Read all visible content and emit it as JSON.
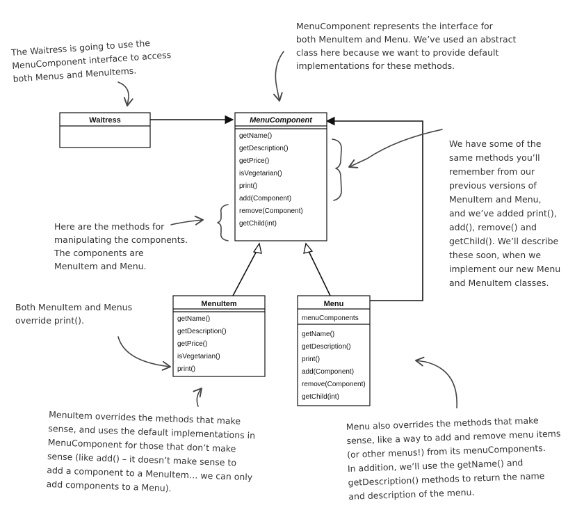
{
  "classes": {
    "waitress": {
      "name": "Waitress"
    },
    "menu_component": {
      "name": "MenuComponent",
      "methods": [
        "getName()",
        "getDescription()",
        "getPrice()",
        "isVegetarian()",
        "print()",
        "add(Component)",
        "remove(Component)",
        "getChild(int)"
      ]
    },
    "menu_item": {
      "name": "MenuItem",
      "methods": [
        "getName()",
        "getDescription()",
        "getPrice()",
        "isVegetarian()",
        "print()"
      ]
    },
    "menu": {
      "name": "Menu",
      "attributes": [
        "menuComponents"
      ],
      "methods": [
        "getName()",
        "getDescription()",
        "print()",
        "add(Component)",
        "remove(Component)",
        "getChild(int)"
      ]
    }
  },
  "annotations": {
    "waitress_note": [
      "The Waitress is going to use the",
      "MenuComponent interface to access",
      "both Menus and MenuItems."
    ],
    "menucomponent_note": [
      "MenuComponent represents the interface for",
      "both MenuItem and Menu.  We’ve used an abstract",
      "class here because we want to provide default",
      "implementations for these methods."
    ],
    "same_methods_note": [
      "We have some of the",
      "same methods you’ll",
      "remember from our",
      "previous versions of",
      "MenuItem and Menu,",
      "and we’ve added print(),",
      "add(), remove() and",
      "getChild().  We’ll describe",
      "these soon, when we",
      "implement our new Menu",
      "and MenuItem classes."
    ],
    "manipulating_note": [
      "Here are the methods for",
      "manipulating the components.",
      "The components are",
      "MenuItem and Menu."
    ],
    "override_note": [
      "Both MenuItem and Menus",
      "override print()."
    ],
    "menuitem_note": [
      "MenuItem overrides the methods that make",
      "sense, and uses the default implementations in",
      "MenuComponent for those that don’t make",
      "sense (like add() – it doesn’t make sense to",
      "add a component  to a MenuItem… we can only",
      "add components to a Menu)."
    ],
    "menu_note": [
      "Menu also overrides the methods that make",
      "sense, like a way to add and remove menu items",
      "(or other menus!) from its menuComponents.",
      "In addition, we’ll use the getName() and",
      "getDescription() methods to return the name",
      "and description of the menu."
    ]
  }
}
